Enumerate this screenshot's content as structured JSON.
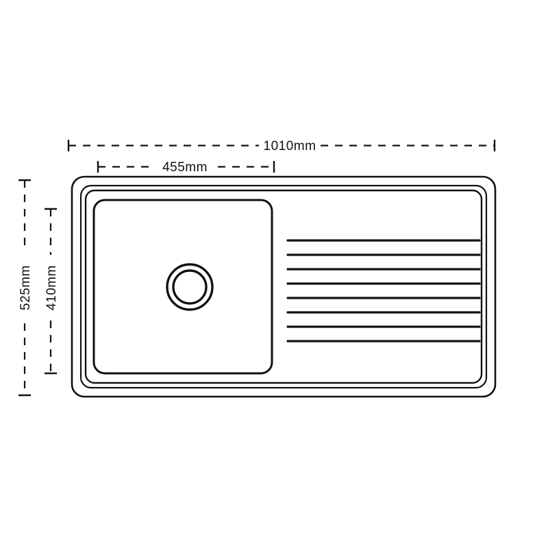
{
  "drawing": {
    "title": "Kitchen sink technical dimension drawing",
    "subject": "single bowl sink with right hand drainer",
    "line_color": "#111111",
    "background_color": "#ffffff",
    "view": "top plan view"
  },
  "dimensions": {
    "overall_width": {
      "label": "1010mm",
      "orientation": "horizontal",
      "position": "top outer",
      "value": 1010,
      "unit": "mm"
    },
    "bowl_width": {
      "label": "455mm",
      "orientation": "horizontal",
      "position": "top inner",
      "value": 455,
      "unit": "mm"
    },
    "overall_depth": {
      "label": "525mm",
      "orientation": "vertical",
      "position": "left outer",
      "value": 525,
      "unit": "mm"
    },
    "bowl_depth": {
      "label": "410mm",
      "orientation": "vertical",
      "position": "left inner",
      "value": 410,
      "unit": "mm"
    }
  },
  "sink": {
    "outer_rim_name": "outer rim outline",
    "secondary_rim_name": "secondary rim outline",
    "inner_deck_name": "inner deck outline",
    "bowl_name": "sink bowl",
    "drain_name": "drain waste outlet",
    "drainer_name": "drainer grooves",
    "groove_count": 8
  }
}
